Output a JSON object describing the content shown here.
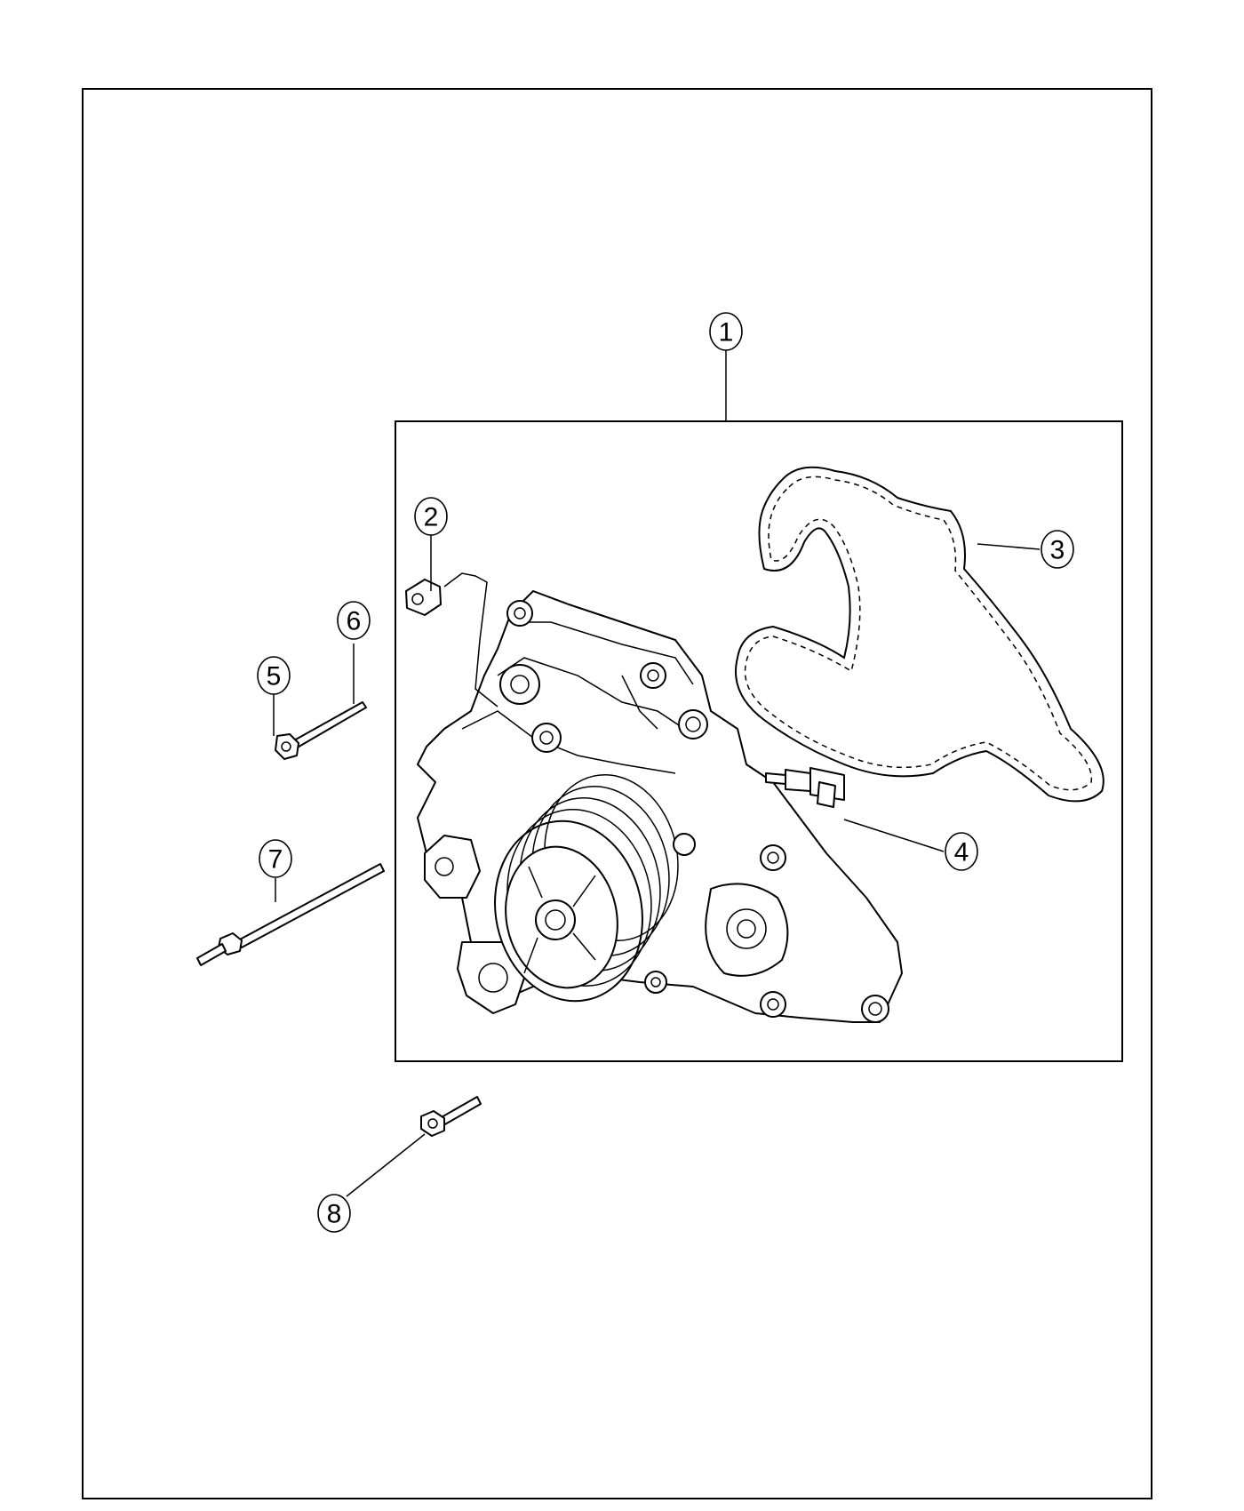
{
  "diagram": {
    "callouts": [
      {
        "id": "1",
        "label": "1",
        "part": "water-pump-assembly"
      },
      {
        "id": "2",
        "label": "2",
        "part": "plug"
      },
      {
        "id": "3",
        "label": "3",
        "part": "gasket"
      },
      {
        "id": "4",
        "label": "4",
        "part": "sensor"
      },
      {
        "id": "5",
        "label": "5",
        "part": "bolt"
      },
      {
        "id": "6",
        "label": "6",
        "part": "bolt"
      },
      {
        "id": "7",
        "label": "7",
        "part": "stud"
      },
      {
        "id": "8",
        "label": "8",
        "part": "bolt"
      }
    ]
  }
}
